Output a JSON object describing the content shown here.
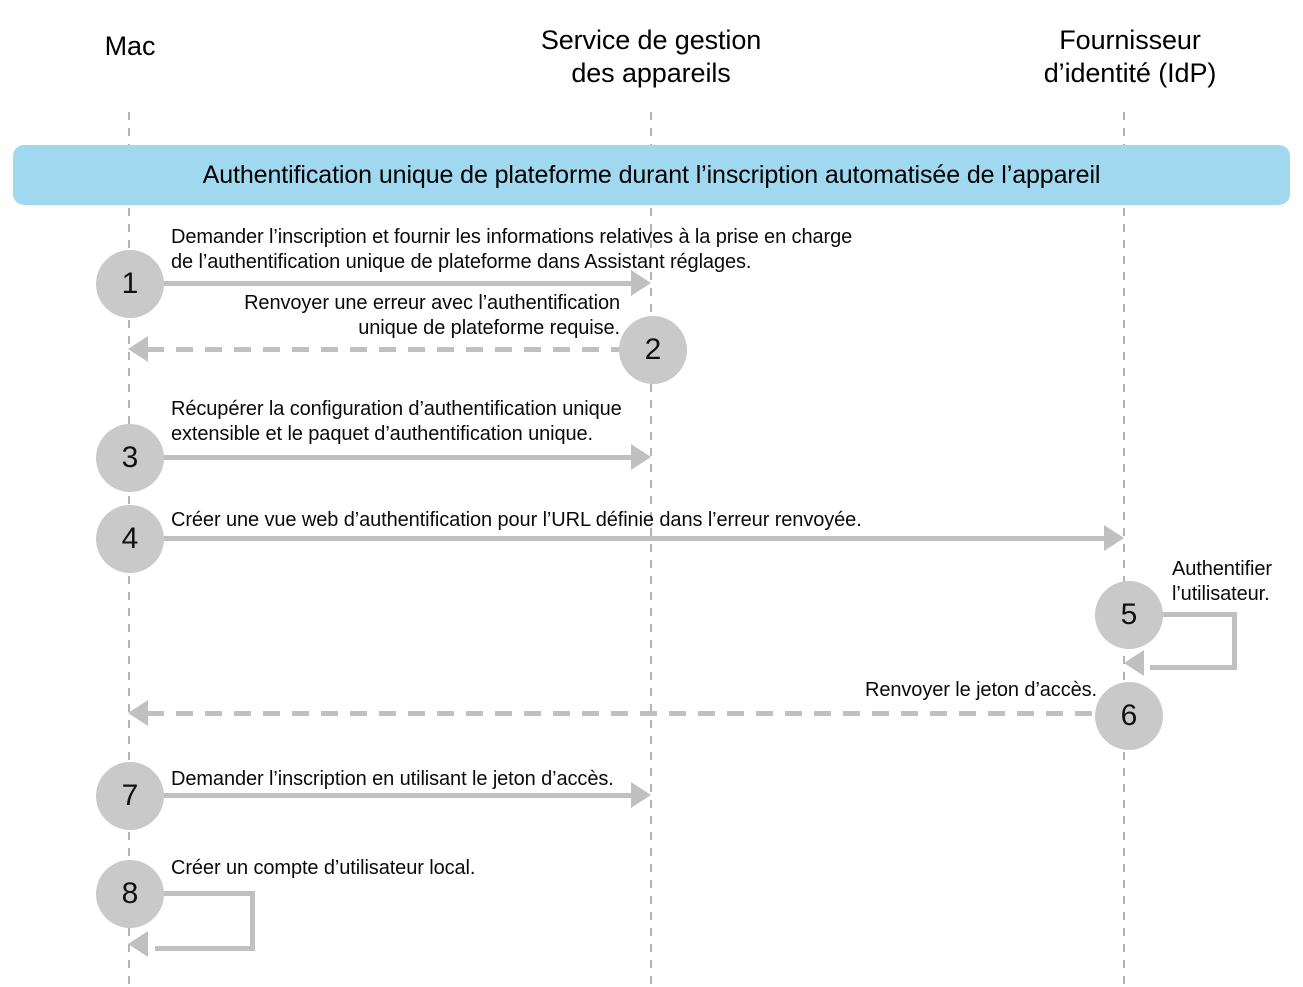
{
  "diagram": {
    "title_banner": "Authentification unique de plateforme durant l’inscription automatisée de l’appareil",
    "banner_color": "#9fd8ef",
    "circle_color": "#c9c9c9",
    "arrow_color": "#c0c0c0",
    "lifeline_color": "#b4b4b4"
  },
  "actors": [
    {
      "id": "mac",
      "label": "Mac"
    },
    {
      "id": "mdm",
      "label": "Service de gestion\ndes appareils"
    },
    {
      "id": "idp",
      "label": "Fournisseur\nd’identité (IdP)"
    }
  ],
  "steps": [
    {
      "number": "1",
      "text": "Demander l’inscription et fournir les informations relatives à la prise en charge\nde l’authentification unique de plateforme dans Assistant réglages.",
      "from": "mac",
      "to": "mdm",
      "style": "solid",
      "direction": "right"
    },
    {
      "number": "2",
      "text": "Renvoyer une erreur avec l’authentification\nunique de plateforme requise.",
      "from": "mdm",
      "to": "mac",
      "style": "dashed",
      "direction": "left"
    },
    {
      "number": "3",
      "text": "Récupérer la configuration d’authentification unique\nextensible et le paquet d’authentification unique.",
      "from": "mac",
      "to": "mdm",
      "style": "solid",
      "direction": "right"
    },
    {
      "number": "4",
      "text": "Créer une vue web d’authentification pour l’URL définie dans l’erreur renvoyée.",
      "from": "mac",
      "to": "idp",
      "style": "solid",
      "direction": "right"
    },
    {
      "number": "5",
      "text": "Authentifier\nl’utilisateur.",
      "from": "idp",
      "to": "idp",
      "style": "solid",
      "direction": "self"
    },
    {
      "number": "6",
      "text": "Renvoyer le jeton d’accès.",
      "from": "idp",
      "to": "mac",
      "style": "dashed",
      "direction": "left"
    },
    {
      "number": "7",
      "text": "Demander l’inscription en utilisant le jeton d’accès.",
      "from": "mac",
      "to": "mdm",
      "style": "solid",
      "direction": "right"
    },
    {
      "number": "8",
      "text": "Créer un compte d’utilisateur local.",
      "from": "mac",
      "to": "mac",
      "style": "solid",
      "direction": "self"
    }
  ]
}
